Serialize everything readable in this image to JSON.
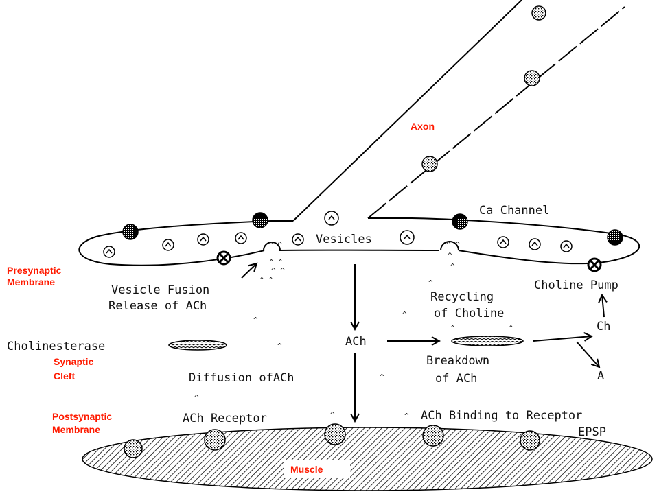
{
  "labels": {
    "axon": "Axon",
    "ca_channel": "Ca Channel",
    "vesicles": "Vesicles",
    "presynaptic_membrane_1": "Presynaptic",
    "presynaptic_membrane_2": "Membrane",
    "vesicle_fusion": "Vesicle Fusion",
    "release_of_ach": "Release of ACh",
    "choline_pump": "Choline Pump",
    "recycling_of_choline_1": "Recycling",
    "recycling_of_choline_2": "of Choline",
    "cholinesterase": "Cholinesterase",
    "ach": "ACh",
    "ch": "Ch",
    "synaptic_cleft_1": "Synaptic",
    "synaptic_cleft_2": "Cleft",
    "breakdown_of_ach_1": "Breakdown",
    "breakdown_of_ach_2": "of ACh",
    "a": "A",
    "diffusion_of_ach": "Diffusion ofACh",
    "postsynaptic_membrane_1": "Postsynaptic",
    "postsynaptic_membrane_2": "Membrane",
    "ach_receptor": "ACh Receptor",
    "ach_binding_to_receptor": "ACh Binding to Receptor",
    "epsp": "EPSP",
    "muscle": "Muscle"
  },
  "colors": {
    "annotation_red": "#ff1a00",
    "ink": "#000000"
  }
}
